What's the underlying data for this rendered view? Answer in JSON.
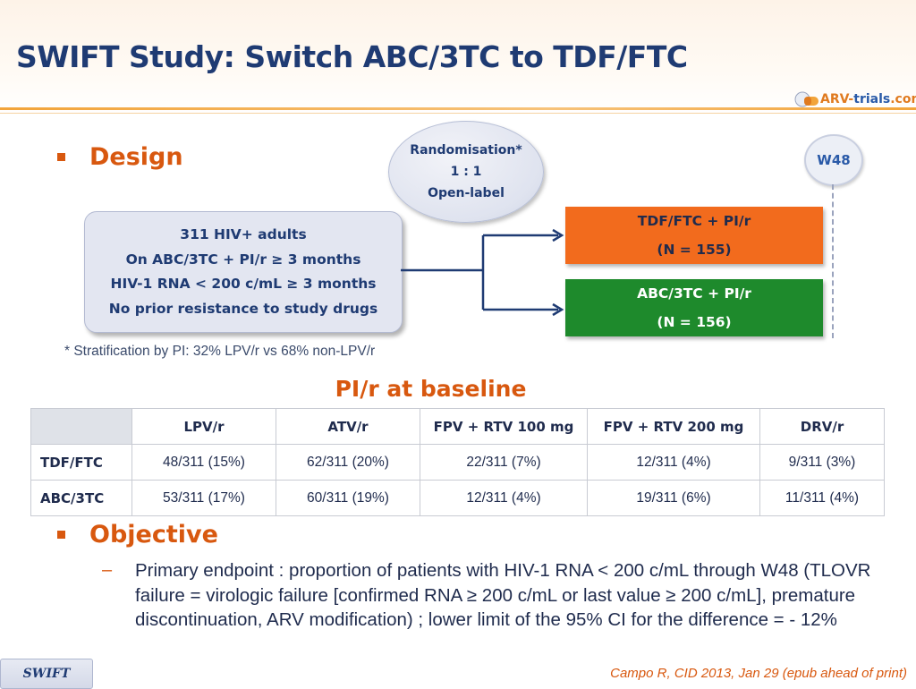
{
  "title": "SWIFT Study: Switch ABC/3TC to TDF/FTC",
  "logo": {
    "part1": "ARV-",
    "part2": "trials",
    "part3": ".com"
  },
  "design": {
    "heading": "Design",
    "randomisation": [
      "Randomisation*",
      "1 : 1",
      "Open-label"
    ],
    "timepoint": "W48",
    "population": [
      "311 HIV+ adults",
      "On ABC/3TC + PI/r ≥ 3 months",
      "HIV-1 RNA < 200 c/mL ≥ 3 months",
      "No prior resistance to study drugs"
    ],
    "arms": [
      {
        "label": "TDF/FTC + PI/r",
        "n": "(N = 155)",
        "color": "#f26b1d"
      },
      {
        "label": "ABC/3TC + PI/r",
        "n": "(N = 156)",
        "color": "#1e8a2c"
      }
    ],
    "footnote": "* Stratification by PI: 32% LPV/r vs 68% non-LPV/r"
  },
  "baseline_table": {
    "title": "PI/r at baseline",
    "columns": [
      "LPV/r",
      "ATV/r",
      "FPV + RTV 100 mg",
      "FPV + RTV 200 mg",
      "DRV/r"
    ],
    "rows": [
      {
        "label": "TDF/FTC",
        "cells": [
          "48/311 (15%)",
          "62/311 (20%)",
          "22/311 (7%)",
          "12/311 (4%)",
          "9/311 (3%)"
        ]
      },
      {
        "label": "ABC/3TC",
        "cells": [
          "53/311 (17%)",
          "60/311 (19%)",
          "12/311 (4%)",
          "19/311 (6%)",
          "11/311 (4%)"
        ]
      }
    ]
  },
  "objective": {
    "heading": "Objective",
    "dash": "–",
    "text": "Primary endpoint : proportion of patients with HIV-1 RNA < 200 c/mL through W48 (TLOVR failure = virologic failure [confirmed RNA ≥ 200 c/mL or last value ≥ 200 c/mL], premature discontinuation, ARV modification) ; lower limit of the 95% CI for the difference = - 12%"
  },
  "footer": {
    "tag": "SWIFT",
    "citation": "Campo R, CID 2013, Jan 29 (epub ahead of print)"
  }
}
